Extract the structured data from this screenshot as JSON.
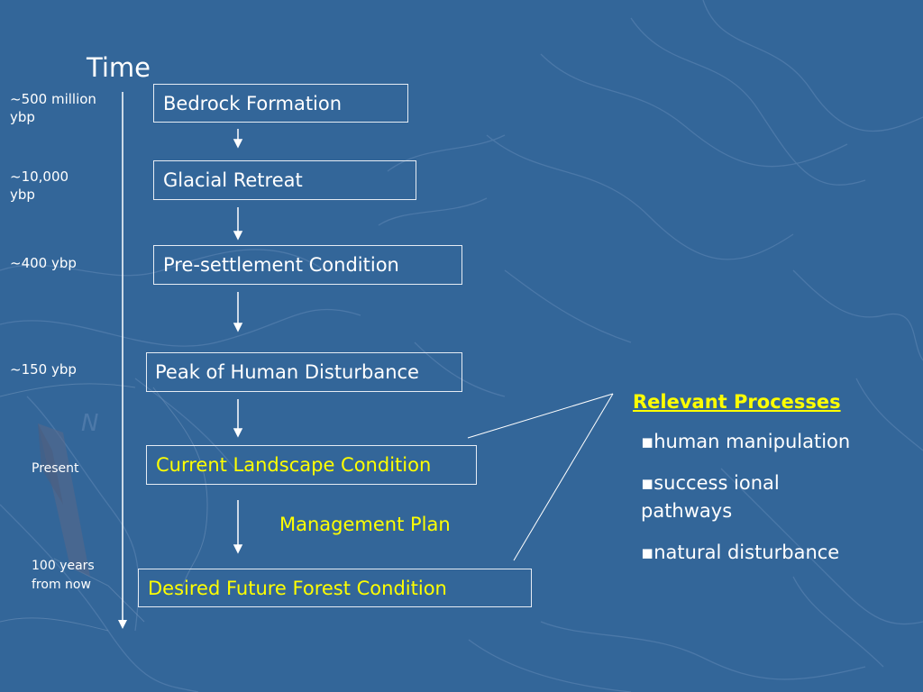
{
  "axis": {
    "title": "Time"
  },
  "timeline": [
    {
      "label": "~500 million ybp"
    },
    {
      "label": "~10,000 ybp"
    },
    {
      "label": "~400 ybp"
    },
    {
      "label": "~150 ybp"
    },
    {
      "label": "Present"
    },
    {
      "label": "100 years from now"
    }
  ],
  "boxes": [
    {
      "label": "Bedrock Formation"
    },
    {
      "label": "Glacial Retreat"
    },
    {
      "label": "Pre-settlement Condition"
    },
    {
      "label": "Peak of Human Disturbance"
    },
    {
      "label": "Current Landscape Condition"
    },
    {
      "label": "Desired Future Forest Condition"
    }
  ],
  "management_label": "Management Plan",
  "processes": {
    "title": "Relevant Processes",
    "items": [
      {
        "bullet": "▪",
        "text": "human manipulation"
      },
      {
        "bullet": "▪",
        "text": "success ional pathways"
      },
      {
        "bullet": "▪",
        "text": "natural disturbance"
      }
    ]
  },
  "colors": {
    "background": "#336699",
    "text": "#ffffff",
    "highlight": "#ffff00"
  }
}
